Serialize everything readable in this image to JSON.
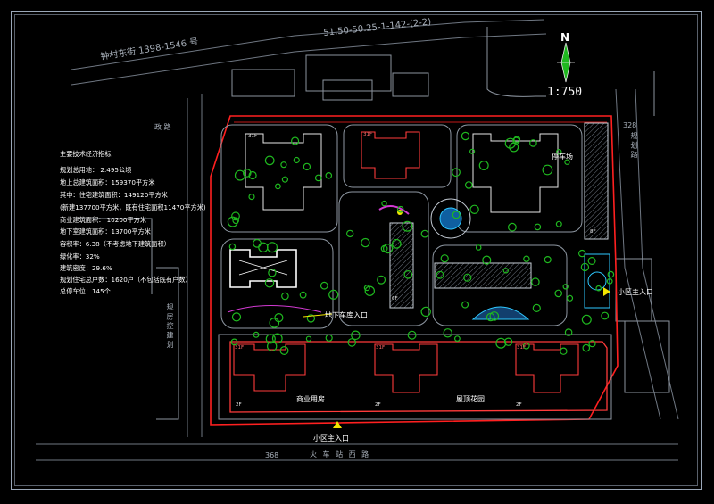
{
  "street_top": "钟村东街 1398-1546 号",
  "plot_code": "51.50-50.25-1-142-(2-2)",
  "north_label": "N",
  "scale_label": "1:750",
  "road_left": "政  路",
  "road_right": "规  划  路",
  "road_bottom": "火  车  站  西  路",
  "road_right_number": "328",
  "bottom_number": "368",
  "specs_title": "主要技术经济指标",
  "specs": [
    "规划总用地：    2.495公顷",
    "地上总建筑面积：159370平方米",
    "其中：住宅建筑面积：149120平方米",
    "(新建137700平方米，既有住宅面积11470平方米)",
    "商业建筑面积：  10200平方米",
    "地下室建筑面积：13700平方米",
    "容积率：6.38（不考虑地下建筑面积）",
    "绿化率：32%",
    "建筑密度：29.6%",
    "规划住宅总户数：1620户（不包括既有户数）",
    "总停车位：145个"
  ],
  "labels": {
    "parking": "停车场",
    "underground_entrance": "地下车库入口",
    "commercial": "商业用房",
    "roof_garden": "屋顶花园",
    "main_entrance_right": "小区主入口",
    "main_entrance_bottom": "小区主入口",
    "road_left_side": "规 房 控 建 划"
  },
  "floor_tags": [
    "31F",
    "31F",
    "31F",
    "31F",
    "31F",
    "6F",
    "8F",
    "2F",
    "2F",
    "2F"
  ],
  "colors": {
    "site_boundary": "#ff2020",
    "tree": "#1fb81f",
    "building_red": "#ff3b3b",
    "building_white": "#ffffff",
    "linework": "#b5bcc6",
    "accent_magenta": "#d23ad2",
    "accent_yellow": "#f2e600",
    "accent_cyan": "#2ec8ff"
  }
}
